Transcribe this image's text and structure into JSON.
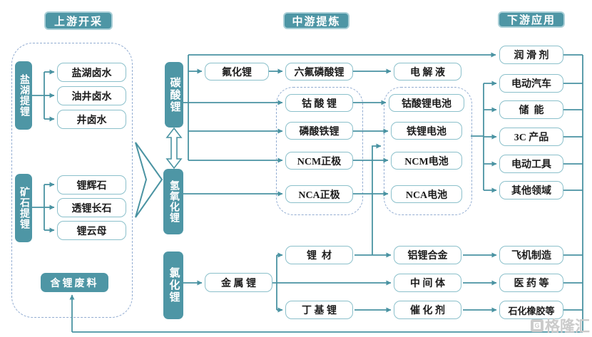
{
  "headers": {
    "upstream": "上游开采",
    "midstream": "中游提炼",
    "downstream": "下游应用"
  },
  "upstream": {
    "saltLake": {
      "category": "盐湖提锂",
      "items": [
        "盐湖卤水",
        "油井卤水",
        "井卤水"
      ]
    },
    "ore": {
      "category": "矿石提锂",
      "items": [
        "锂辉石",
        "透锂长石",
        "锂云母"
      ]
    },
    "waste": {
      "label": "含锂废料"
    }
  },
  "midstream": {
    "carbonate": "碳酸锂",
    "hydroxide": "氢氧化锂",
    "chloride": "氯化锂",
    "fluorideChain": [
      "氟化锂",
      "六氟磷酸锂",
      "电 解 液"
    ],
    "cathodes": [
      "钴 酸 锂",
      "磷酸铁锂",
      "NCM正极",
      "NCA正极"
    ],
    "batteries": [
      "钴酸锂电池",
      "铁锂电池",
      "NCM电池",
      "NCA电池"
    ],
    "metal": "金 属 锂",
    "lithiumMaterial": "锂  材",
    "butyllithium": "丁 基 锂",
    "products": [
      "铝锂合金",
      "中 间 体",
      "催 化 剂"
    ]
  },
  "downstream": {
    "applications": [
      "润 滑 剂",
      "电动汽车",
      "储  能",
      "3C 产品",
      "电动工具",
      "其他领域"
    ],
    "industries": [
      "飞机制造",
      "医 药 等",
      "石化橡胶等"
    ]
  },
  "watermark": {
    "label": "格隆汇",
    "logo": "G"
  },
  "colors": {
    "teal_fill": "#4E96A5",
    "line": "#4A93A2",
    "node_border": "#8BC0CB",
    "dashed_border": "#93ADD2",
    "text": "#1C1C1C"
  }
}
